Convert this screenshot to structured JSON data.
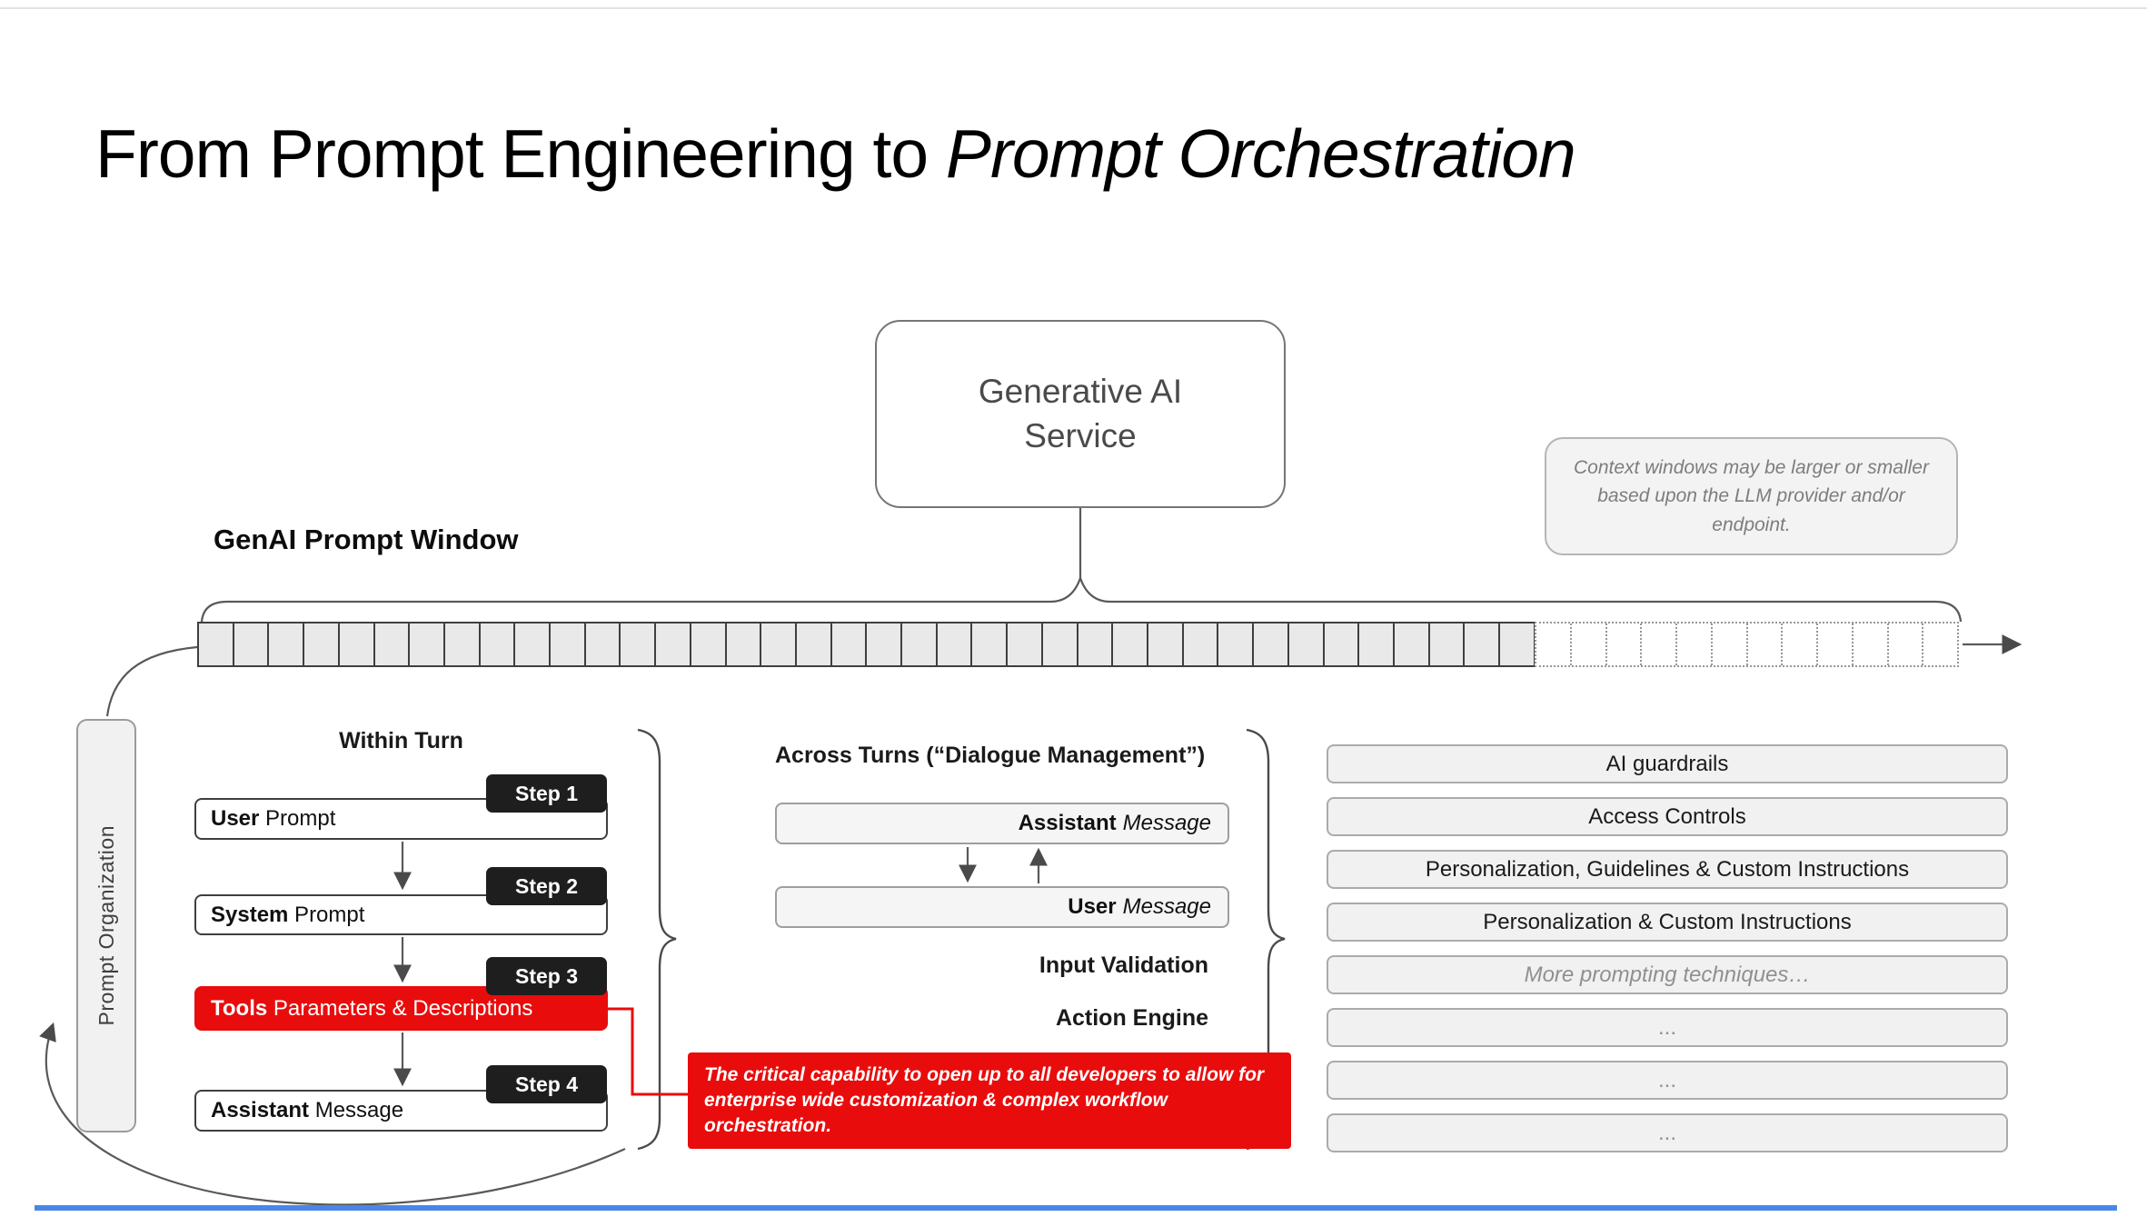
{
  "title": {
    "prefix": "From Prompt Engineering to ",
    "emphasis": "Prompt Orchestration"
  },
  "service_box": {
    "line1": "Generative AI",
    "line2": "Service"
  },
  "context_note": "Context windows may be larger or smaller based upon the LLM provider and/or endpoint.",
  "prompt_window": {
    "label": "GenAI Prompt Window",
    "solid_cells": 38,
    "dotted_cells": 12
  },
  "prompt_organization": {
    "label": "Prompt Organization"
  },
  "within_turn": {
    "header": "Within Turn",
    "steps": [
      {
        "badge": "Step 1",
        "name": "User",
        "detail": " Prompt"
      },
      {
        "badge": "Step 2",
        "name": "System",
        "detail": " Prompt"
      },
      {
        "badge": "Step 3",
        "name": "Tools",
        "detail": " Parameters & Descriptions"
      },
      {
        "badge": "Step 4",
        "name": "Assistant",
        "detail": " Message"
      }
    ]
  },
  "across_turns": {
    "header": "Across Turns (“Dialogue Management”)",
    "messages": [
      {
        "role": "Assistant",
        "type": "Message"
      },
      {
        "role": "User",
        "type": "Message"
      }
    ],
    "labels": {
      "input_validation": "Input Validation",
      "action_engine": "Action Engine"
    }
  },
  "callout": {
    "text": "The critical capability to open up to all developers to allow for enterprise wide customization & complex workflow orchestration."
  },
  "right_column": {
    "items": [
      "AI guardrails",
      "Access Controls",
      "Personalization, Guidelines & Custom Instructions",
      "Personalization & Custom Instructions",
      "More prompting techniques…",
      "...",
      "...",
      "..."
    ]
  },
  "colors": {
    "accent_red": "#e90c0c",
    "badge_dark": "#1e1e1e",
    "box_fill": "#f1f1f2",
    "blue_line": "#4a86e8"
  }
}
